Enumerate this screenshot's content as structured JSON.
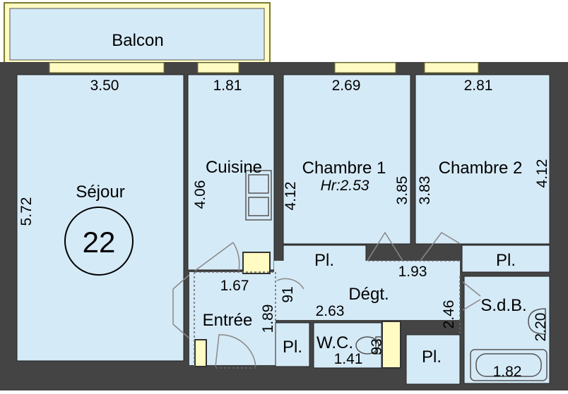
{
  "colors": {
    "room_fill": "#d5eaf7",
    "wall": "#444444",
    "wall_stroke": "#222222",
    "window": "#fffbc2",
    "window_stroke": "#7a7a30",
    "door": "#888888"
  },
  "rooms": {
    "balcon": "Balcon",
    "sejour": "Séjour",
    "sejour_number": "22",
    "cuisine": "Cuisine",
    "chambre1": "Chambre 1",
    "chambre1_hr": "Hr:2.53",
    "chambre2": "Chambre 2",
    "degt": "Dégt.",
    "entree": "Entrée",
    "sdb": "S.d.B.",
    "wc": "W.C.",
    "placard": "Pl."
  },
  "dimensions": {
    "sejour_width": "3.50",
    "cuisine_width": "1.81",
    "chambre1_width": "2.69",
    "chambre2_width": "2.81",
    "sejour_depth": "5.72",
    "cuisine_depth": "4.06",
    "chambre1_depth_left": "4.12",
    "chambre1_depth_right": "3.85",
    "chambre2_depth_left": "3.83",
    "chambre2_depth_right": "4.12",
    "degt_width": "1.93",
    "entree_width": "1.67",
    "entree_depth": "1.89",
    "entree_door": "91",
    "degt_small": "2.63",
    "degt_depth": "2.46",
    "wc_width": "1.41",
    "wc_depth": "93",
    "sdb_width": "1.82",
    "sdb_depth": "2.20"
  }
}
